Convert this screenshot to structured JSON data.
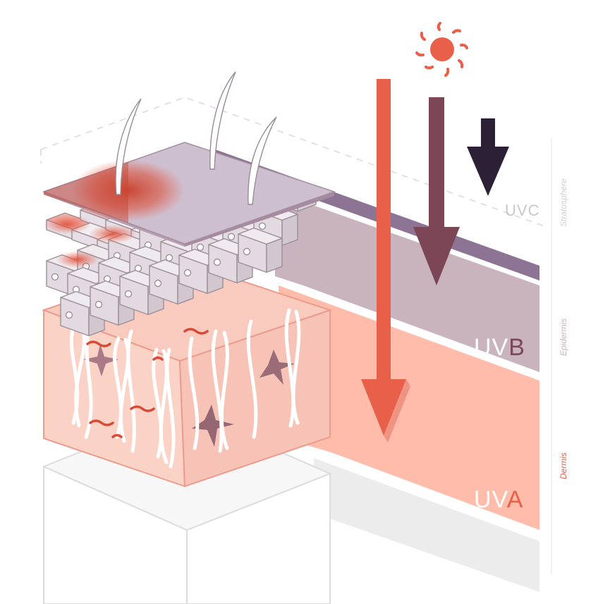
{
  "layers": {
    "stratosphere": {
      "label": "Stratosphere"
    },
    "epidermis": {
      "label": "Epidermis"
    },
    "dermis": {
      "label": "Dermis"
    }
  },
  "rays": {
    "uvc": {
      "prefix": "UV",
      "suffix": "C"
    },
    "uvb": {
      "prefix": "UV",
      "suffix": "B"
    },
    "uva": {
      "prefix": "UV",
      "suffix": "A"
    }
  },
  "icons": {
    "sun": "sun-icon"
  },
  "colors": {
    "uva": "#e9604a",
    "uvb": "#7c4656",
    "uvc": "#2b2035",
    "stratosphere_band": "#8e7494",
    "epidermis_band": "#c6b2bc",
    "dermis_band": "#ffbcaa",
    "base_band": "#ececec",
    "label_uvc": "#c8c8c8",
    "label_epidermis": "#c8b2bd",
    "label_dermis": "#e9604a"
  }
}
